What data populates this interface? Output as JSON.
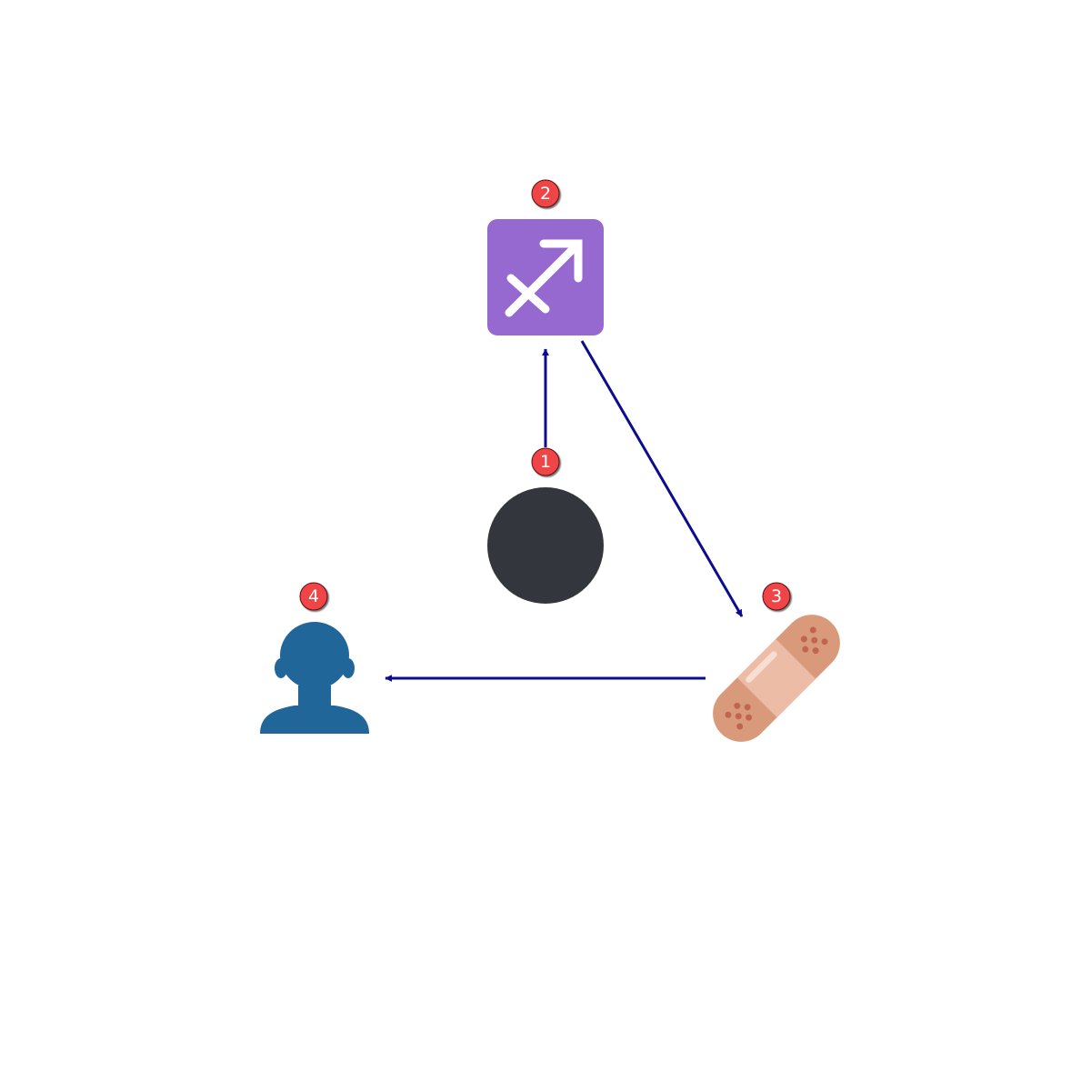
{
  "diagram": {
    "nodes": [
      {
        "id": "1",
        "icon": "black-circle-icon",
        "badge": "1",
        "color": "#33373d"
      },
      {
        "id": "2",
        "icon": "sagittarius-icon",
        "badge": "2",
        "color": "#9569d0"
      },
      {
        "id": "3",
        "icon": "adhesive-bandage-icon",
        "badge": "3",
        "color": "#d99a7b"
      },
      {
        "id": "4",
        "icon": "person-silhouette-icon",
        "badge": "4",
        "color": "#216699"
      }
    ],
    "edges": [
      {
        "from": "1",
        "to": "2"
      },
      {
        "from": "2",
        "to": "3"
      },
      {
        "from": "3",
        "to": "4"
      }
    ],
    "colors": {
      "arrow": "#0c0c8f",
      "badge": "#f04446"
    }
  }
}
